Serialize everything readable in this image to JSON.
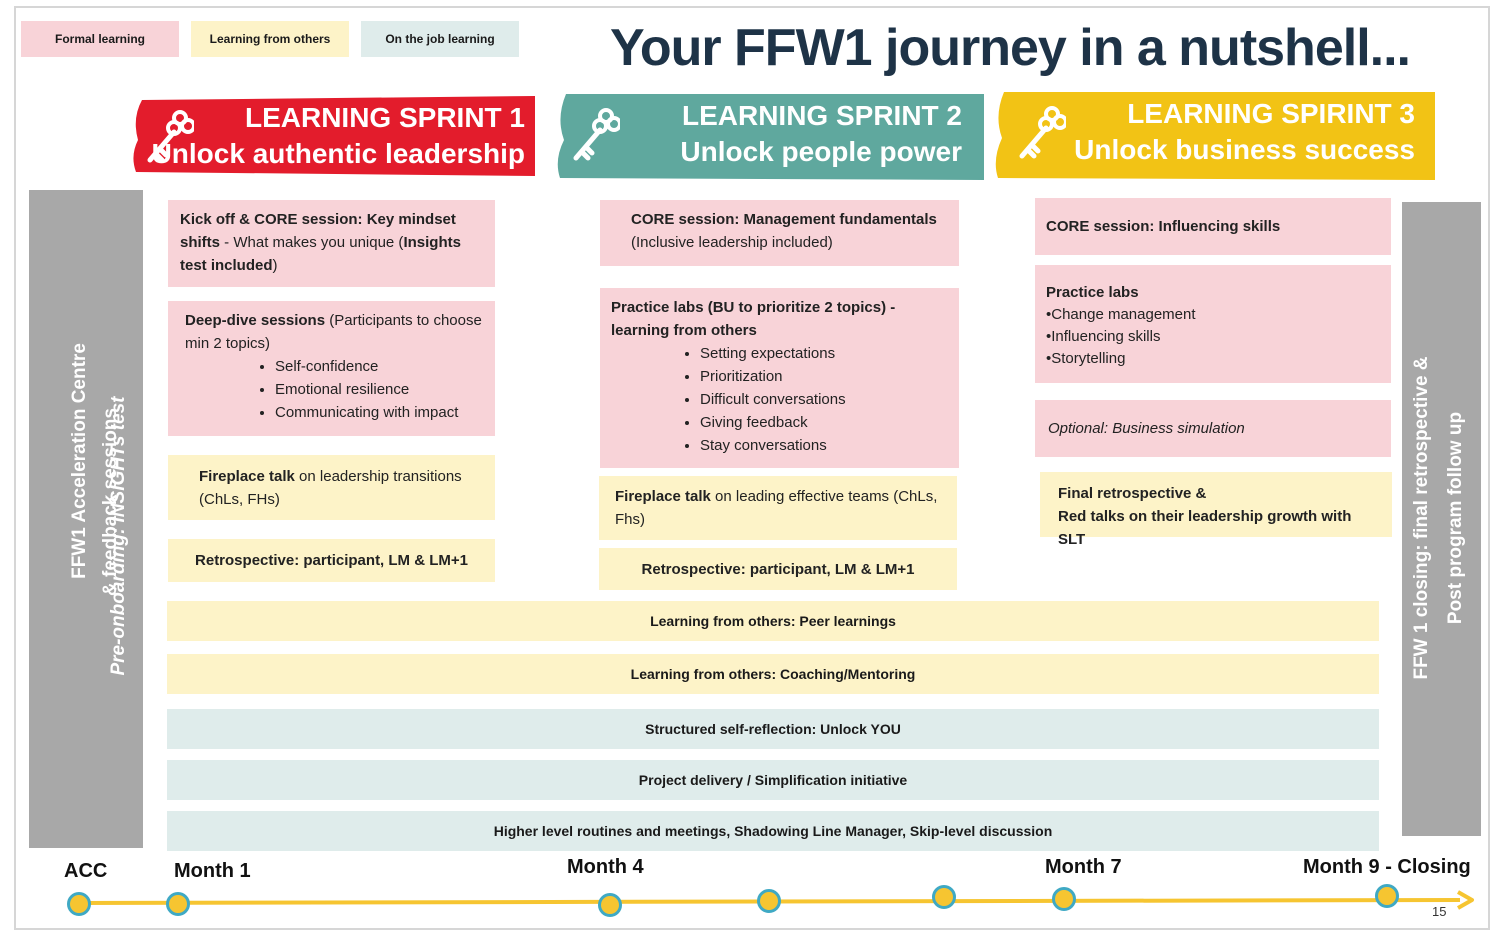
{
  "legend": {
    "formal": "Formal learning",
    "others": "Learning from others",
    "job": "On the job learning"
  },
  "title": "Your FFW1 journey in a nutshell...",
  "sprints": [
    {
      "line1": "LEARNING SPRINT 1",
      "line2": "Unlock authentic leadership",
      "color": "#e31c2c"
    },
    {
      "line1": "LEARNING SPRINT 2",
      "line2": "Unlock people power",
      "color": "#5fa89e"
    },
    {
      "line1": "LEARNING SPIRINT 3",
      "line2": "Unlock business success",
      "color": "#f2c315"
    }
  ],
  "left_panel": {
    "line1": "FFW1 Acceleration Centre",
    "line2": "& feedback sessions",
    "line3": "Pre-onboarding: INSIGHTs test"
  },
  "right_panel": {
    "line1": "FFW 1 closing:  final retrospective &",
    "line2": "Post program follow up"
  },
  "col1": {
    "kickoff_bold": "Kick off & CORE session: Key mindset shifts",
    "kickoff_text": " - What makes you unique (",
    "kickoff_bold2": "Insights test included",
    "kickoff_end": ")",
    "deepdive_bold": "Deep-dive sessions",
    "deepdive_text": " (Participants to choose min 2 topics)",
    "deepdive_items": [
      "Self-confidence",
      "Emotional resilience",
      "Communicating with impact"
    ],
    "fireplace_bold": "Fireplace talk",
    "fireplace_text": " on leadership transitions (ChLs, FHs)",
    "retro": "Retrospective: participant, LM & LM+1"
  },
  "col2": {
    "core_bold": "CORE session: Management fundamentals",
    "core_text": "(Inclusive leadership included)",
    "labs_bold": "Practice labs (BU to prioritize 2 topics) - learning from others",
    "labs_items": [
      "Setting expectations",
      "Prioritization",
      "Difficult conversations",
      "Giving feedback",
      "Stay conversations"
    ],
    "fireplace_bold": "Fireplace talk",
    "fireplace_text": " on leading effective teams (ChLs, Fhs)",
    "retro": "Retrospective: participant, LM & LM+1"
  },
  "col3": {
    "core_bold": "CORE session: Influencing skills",
    "labs_bold": "Practice labs",
    "labs_items": [
      "•Change management",
      "•Influencing skills",
      "•Storytelling"
    ],
    "optional": "Optional: Business simulation",
    "final_line1": "Final retrospective &",
    "final_line2": "Red talks on their leadership growth with SLT"
  },
  "bars": [
    {
      "text": "Learning from others: Peer learnings",
      "kind": "yellow"
    },
    {
      "text": "Learning from others: Coaching/Mentoring",
      "kind": "yellow"
    },
    {
      "text": "Structured self-reflection: Unlock YOU",
      "kind": "teal"
    },
    {
      "text": "Project delivery / Simplification initiative",
      "kind": "teal"
    },
    {
      "text": "Higher level routines and meetings, Shadowing Line Manager, Skip-level discussion",
      "kind": "teal"
    }
  ],
  "timeline": {
    "labels": [
      "ACC",
      "Month 1",
      "Month 4",
      "Month 7",
      "Month 9 - Closing"
    ],
    "page_number": "15"
  },
  "colors": {
    "formal": "#f8d3d8",
    "others": "#fdf3c8",
    "job": "#dfeceb",
    "timeline_line": "#f6c531",
    "dot_border": "#3fa9c4"
  }
}
